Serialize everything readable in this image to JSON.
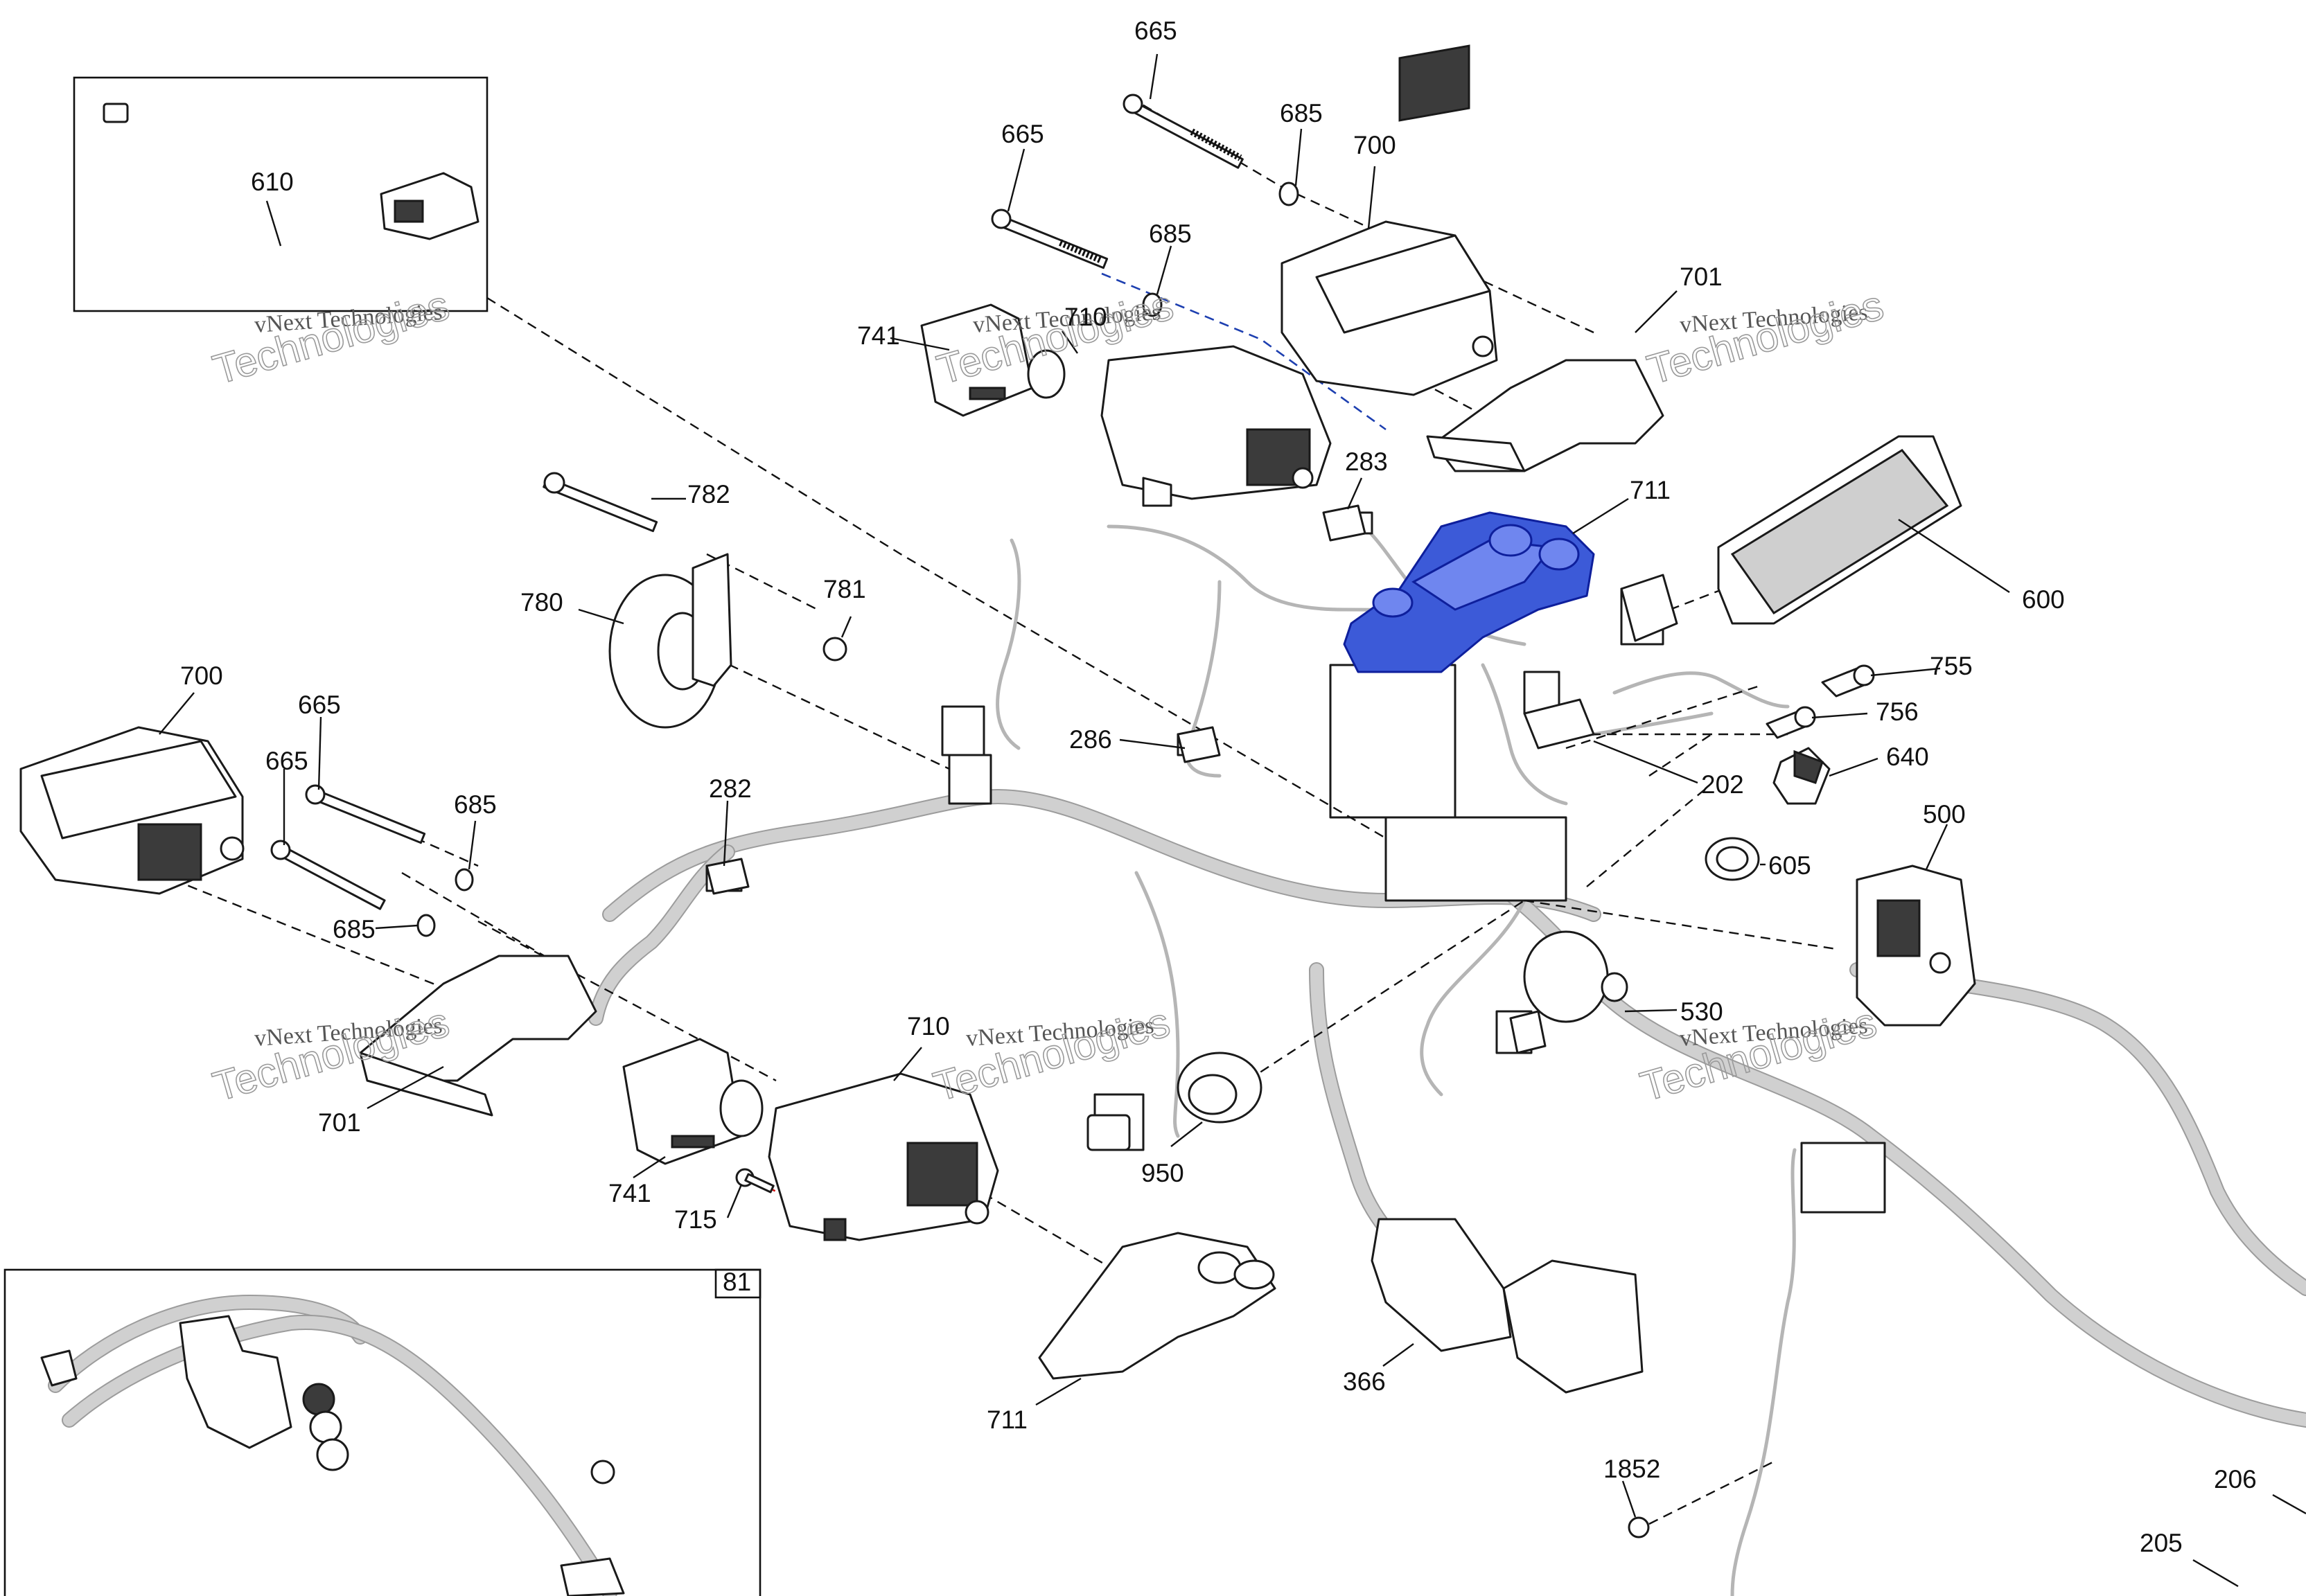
{
  "watermark": {
    "line1": "vNext Technologies",
    "line2": "Technologies"
  },
  "callouts": {
    "c610": "610",
    "c665_top": "665",
    "c685_top": "685",
    "c700_top": "700",
    "c665_mid": "665",
    "c685_mid": "685",
    "c701_top": "701",
    "c741_top": "741",
    "c710_top": "710",
    "c782": "782",
    "c283": "283",
    "c711_blue": "711",
    "c780": "780",
    "c781": "781",
    "c600": "600",
    "c755": "755",
    "c700_left": "700",
    "c665_left_a": "665",
    "c665_left_b": "665",
    "c685_left_a": "685",
    "c685_left_b": "685",
    "c286": "286",
    "c756": "756",
    "c640": "640",
    "c202": "202",
    "c282": "282",
    "c500": "500",
    "c605": "605",
    "c530": "530",
    "c701_left": "701",
    "c710_bottom": "710",
    "c741_bottom": "741",
    "c715": "715",
    "c950": "950",
    "c81": "81",
    "c366": "366",
    "c711_bottom": "711",
    "c1852": "1852",
    "c206": "206",
    "c205": "205"
  },
  "colors": {
    "highlight": "#3c5ad8",
    "highlight_dash": "#1d3fb0",
    "accent_dash": "#d11515"
  }
}
